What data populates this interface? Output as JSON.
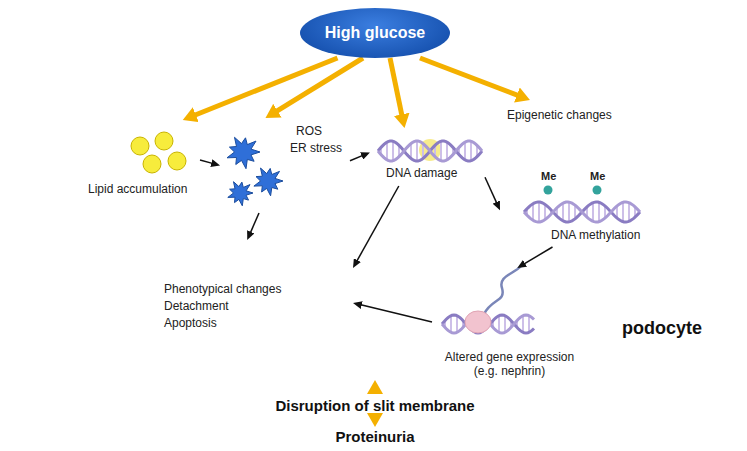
{
  "diagram": {
    "nodes": [
      {
        "text": [
          "High glucose"
        ]
      },
      {
        "text": [
          "podocyte"
        ]
      },
      {
        "text": [
          "Lipid accumulation"
        ],
        "in": 1
      },
      {
        "text": [
          "ROS",
          "ER stress"
        ],
        "in": 1
      },
      {
        "text": [
          "DNA damage"
        ],
        "in": 1
      },
      {
        "text": [
          "Epigenetic changes",
          "Me",
          "Me",
          "DNA methylation"
        ],
        "in": 1
      },
      {
        "text": [
          "Altered gene expression (e.g. nephrin)"
        ],
        "in": 1
      },
      {
        "text": [
          "Phenotypical changes",
          "Detachment",
          "Apoptosis"
        ],
        "in": 1
      },
      {
        "text": [
          "Disruption of slit membrane"
        ]
      },
      {
        "text": [
          "Proteinuria"
        ]
      }
    ],
    "edges": [
      {
        "from": 0,
        "to": 2,
        "arrow": "to"
      },
      {
        "from": 0,
        "to": 3,
        "arrow": "to"
      },
      {
        "from": 0,
        "to": 4,
        "arrow": "to"
      },
      {
        "from": 0,
        "to": 5,
        "arrow": "to"
      },
      {
        "from": 2,
        "to": 3,
        "arrow": "to"
      },
      {
        "from": 3,
        "to": 4,
        "arrow": "to"
      },
      {
        "from": 4,
        "to": 5,
        "arrow": "to"
      },
      {
        "from": 5,
        "to": 6,
        "arrow": "to"
      },
      {
        "from": 3,
        "to": 7,
        "arrow": "to"
      },
      {
        "from": 4,
        "to": 7,
        "arrow": "to"
      },
      {
        "from": 6,
        "to": 7,
        "arrow": "to"
      },
      {
        "from": 1,
        "to": 8,
        "arrow": "to"
      },
      {
        "from": 8,
        "to": 9,
        "arrow": "to"
      }
    ]
  }
}
